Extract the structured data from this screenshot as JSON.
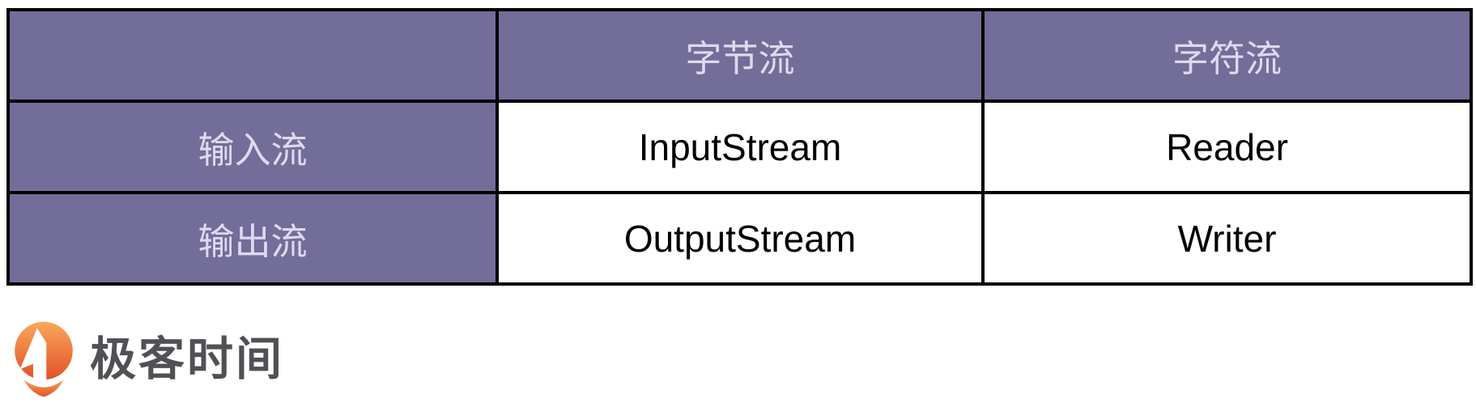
{
  "chart_data": {
    "type": "table",
    "columns": [
      "",
      "字节流",
      "字符流"
    ],
    "rows": [
      [
        "输入流",
        "InputStream",
        "Reader"
      ],
      [
        "输出流",
        "OutputStream",
        "Writer"
      ]
    ],
    "layout": {
      "header_row_filled": true,
      "first_column_filled": true,
      "grid": "full black borders"
    }
  },
  "logo": {
    "text": "极客时间",
    "icon": "geektime-pin-icon"
  },
  "colors": {
    "header_purple": "#736D9A",
    "header_text_lavender": "#E0D9EE",
    "grid_border": "#000000",
    "cell_text": "#000000",
    "cell_background": "#FFFFFF",
    "logo_orange_top": "#F9A85B",
    "logo_orange_bottom": "#E2512A",
    "logo_text_gray": "#505055"
  }
}
